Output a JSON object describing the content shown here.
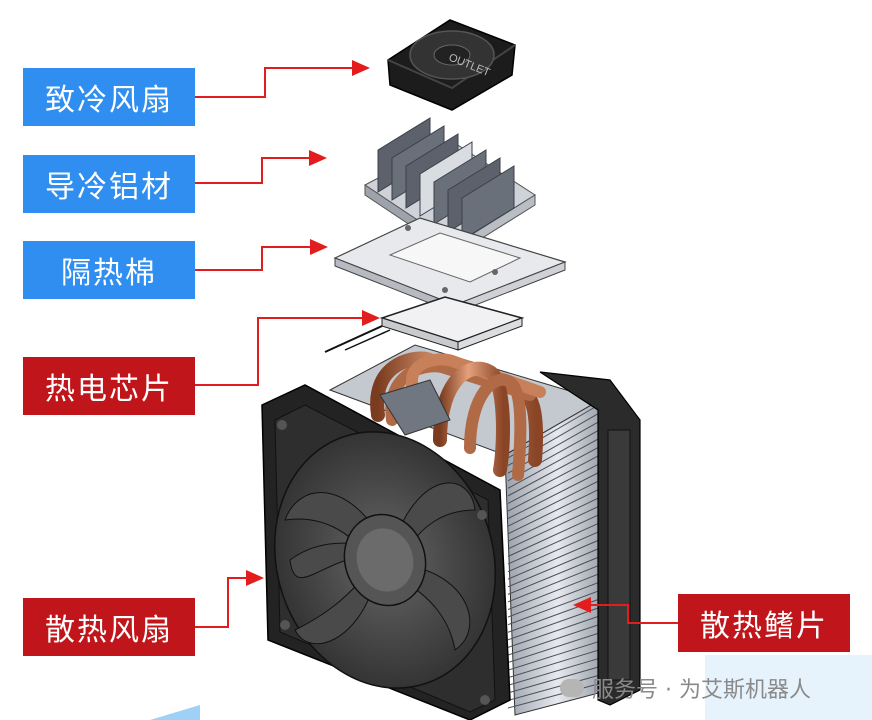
{
  "labels": {
    "cooling_fan": "致冷风扇",
    "cold_aluminum": "导冷铝材",
    "insulation_cotton": "隔热棉",
    "thermoelectric_chip": "热电芯片",
    "heat_dissipation_fan": "散热风扇",
    "heat_fins": "散热鳍片"
  },
  "fan_marking": "OUTLET",
  "watermark": "服务号 · 为艾斯机器人",
  "colors": {
    "blue_label": "#2f8ef0",
    "red_label": "#c0161b",
    "leader_line": "#e31d1d",
    "copper": "#c8805a"
  }
}
